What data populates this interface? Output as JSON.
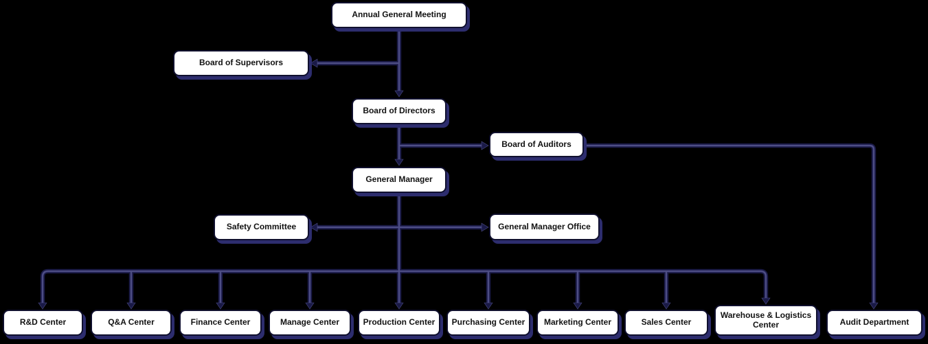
{
  "nodes": {
    "agm": {
      "label": "Annual General Meeting"
    },
    "supervisors": {
      "label": "Board of Supervisors"
    },
    "directors": {
      "label": "Board of Directors"
    },
    "auditors": {
      "label": "Board of Auditors"
    },
    "gm": {
      "label": "General Manager"
    },
    "safety": {
      "label": "Safety Committee"
    },
    "gm_office": {
      "label": "General Manager Office"
    },
    "rd": {
      "label": "R&D Center"
    },
    "qa": {
      "label": "Q&A Center"
    },
    "finance": {
      "label": "Finance Center"
    },
    "manage": {
      "label": "Manage Center"
    },
    "production": {
      "label": "Production Center"
    },
    "purchasing": {
      "label": "Purchasing Center"
    },
    "marketing": {
      "label": "Marketing Center"
    },
    "sales": {
      "label": "Sales Center"
    },
    "warehouse": {
      "label": "Warehouse & Logistics Center"
    },
    "audit": {
      "label": "Audit Department"
    }
  },
  "edges": [
    {
      "from": "agm",
      "to": "supervisors"
    },
    {
      "from": "agm",
      "to": "directors"
    },
    {
      "from": "directors",
      "to": "auditors"
    },
    {
      "from": "directors",
      "to": "gm"
    },
    {
      "from": "gm",
      "to": "safety"
    },
    {
      "from": "gm",
      "to": "gm_office"
    },
    {
      "from": "gm",
      "to": "rd"
    },
    {
      "from": "gm",
      "to": "qa"
    },
    {
      "from": "gm",
      "to": "finance"
    },
    {
      "from": "gm",
      "to": "manage"
    },
    {
      "from": "gm",
      "to": "production"
    },
    {
      "from": "gm",
      "to": "purchasing"
    },
    {
      "from": "gm",
      "to": "marketing"
    },
    {
      "from": "gm",
      "to": "sales"
    },
    {
      "from": "gm",
      "to": "warehouse"
    },
    {
      "from": "auditors",
      "to": "audit"
    }
  ],
  "colors": {
    "background": "#000000",
    "box_fill": "#ffffff",
    "box_border": "#10102e",
    "box_shadow": "#2d2d6e",
    "connector_dark": "#1a1a47",
    "connector_light": "#4d4d85",
    "text": "#121212"
  }
}
